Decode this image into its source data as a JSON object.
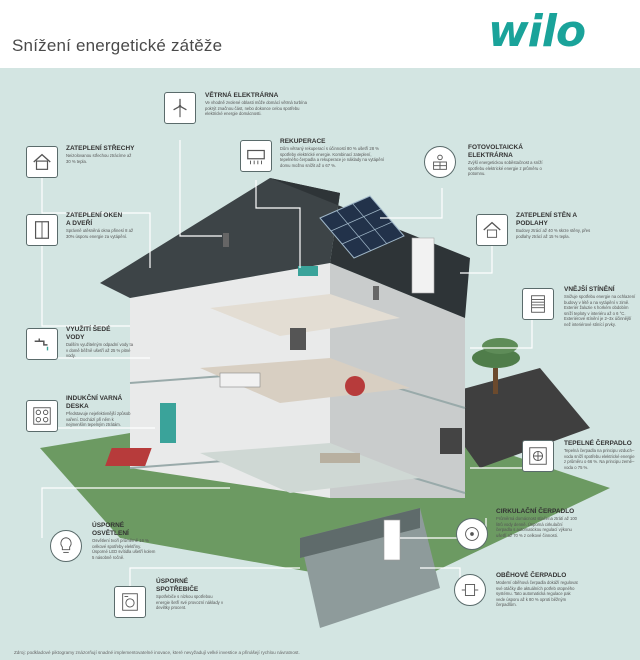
{
  "header": {
    "title": "Snížení energetické zátěže",
    "logo": "wilo"
  },
  "callouts": {
    "wind": {
      "title": "VĚTRNÁ ELEKTRÁRNA",
      "text": "Ve vhodně zvolené oblasti může domácí větrná turbína pokrýt značnou část, nebo dokonce celou spotřebu elektrické energie domácnosti.",
      "icon": "wind-turbine-icon"
    },
    "roof": {
      "title": "ZATEPLENÍ STŘECHY",
      "text": "Neizolovanou střechou ztrácíme až 30 % tepla.",
      "icon": "house-roof-icon"
    },
    "recovery": {
      "title": "REKUPERACE",
      "text": "Dům větraný rekuperací s účinností 80 % ušetří 28 % spotřeby elektrické energie. Kombinací zateplení, tepelného čerpadla a rekuperace je náklady na vytápění domu možno snížit až o 67 %.",
      "icon": "recuperation-unit-icon"
    },
    "pv": {
      "title": "FOTOVOLTAICKÁ ELEKTRÁRNA",
      "text": "Zvýší energetickou soběstačnost a sníží spotřebu elektrické energie z průměru o potomnu.",
      "icon": "solar-panel-icon"
    },
    "windows": {
      "title": "ZATEPLENÍ OKEN A DVEŘÍ",
      "text": "Správně utěsněná okna přinesí 8 až 30% úsporu energie za vytápění.",
      "icon": "window-icon"
    },
    "walls": {
      "title": "ZATEPLENÍ STĚN A PODLAHY",
      "text": "Budovy ztrácí až 40 % skrze stěny, přes podlahy ztrácí až 15 % tepla.",
      "icon": "house-wall-icon"
    },
    "shading": {
      "title": "VNĚJŠÍ STÍNĚNÍ",
      "text": "Snižuje spotřebu energie na ochlazení budovy v létě a na vytápění v zimě. Exteriér žaluzie s horkém obdobím sníží teploty v interiéru až o 6 °C. Exteriérové stínění je 2–3x účinnější než interiérové stínící prvky.",
      "icon": "blinds-icon"
    },
    "greywater": {
      "title": "VYUŽITÍ ŠEDÉ VODY",
      "text": "Dalším využitelným odpadní vody ta v domě běžně ušetří až 25 % pitné vody.",
      "icon": "faucet-icon"
    },
    "induction": {
      "title": "INDUKČNÍ VARNÁ DESKA",
      "text": "Představuje nejefektivnější způsob vaření. Dochází při něm k nejmenším tepelným ztrátám.",
      "icon": "induction-hob-icon"
    },
    "heatpump": {
      "title": "TEPELNÉ ČERPADLO",
      "text": "Tepelná čerpadla na principu vzduch–voda sníží spotřebu elektrické energie z průměru o 66 %. Na principu země–voda o 75 %.",
      "icon": "heat-pump-icon"
    },
    "lighting": {
      "title": "ÚSPORNÉ OSVĚTLENÍ",
      "text": "Osvětlení tvoří průměrně 16 % celkové spotřeby elektřiny. Úsporné LED svítidla ušetří kolem 5 násobně ročně.",
      "icon": "light-bulb-icon"
    },
    "circulation": {
      "title": "CIRKULAČNÍ ČERPADLO",
      "text": "Průměrná domácnost stlačena ztrátí až 100 litrů vody denně. Úsporná cirkulační čerpadla s automatickou regulací výkonu ušetří až 70 % z celkové činnosti.",
      "icon": "circulation-pump-icon"
    },
    "appliances": {
      "title": "ÚSPORNÉ SPOTŘEBIČE",
      "text": "Spotřebiče s nízkou spotřebou energie šetří své provozní náklady v deviltky procent.",
      "icon": "washing-machine-icon"
    },
    "circulator": {
      "title": "OBĚHOVÉ ČERPADLO",
      "text": "Moderní oběhová čerpadla dokáží regulovat své otáčky dle aktuálních potřeb otopného systému. Tato automatická regulace pak vede úsporu až k 80 % oproti běžným čerpadlům.",
      "icon": "pump-icon"
    }
  },
  "footer": {
    "text": "Zdroj: podkladové piktogramy znázorňují snadné implementovatelné inovace, které nevyžadují velké investice a přinášejí rychlou návratnost."
  },
  "colors": {
    "accent": "#1aa39a",
    "panel": "#d3e5e2",
    "roof": "#3d4447",
    "grass": "#5a8a5a"
  }
}
